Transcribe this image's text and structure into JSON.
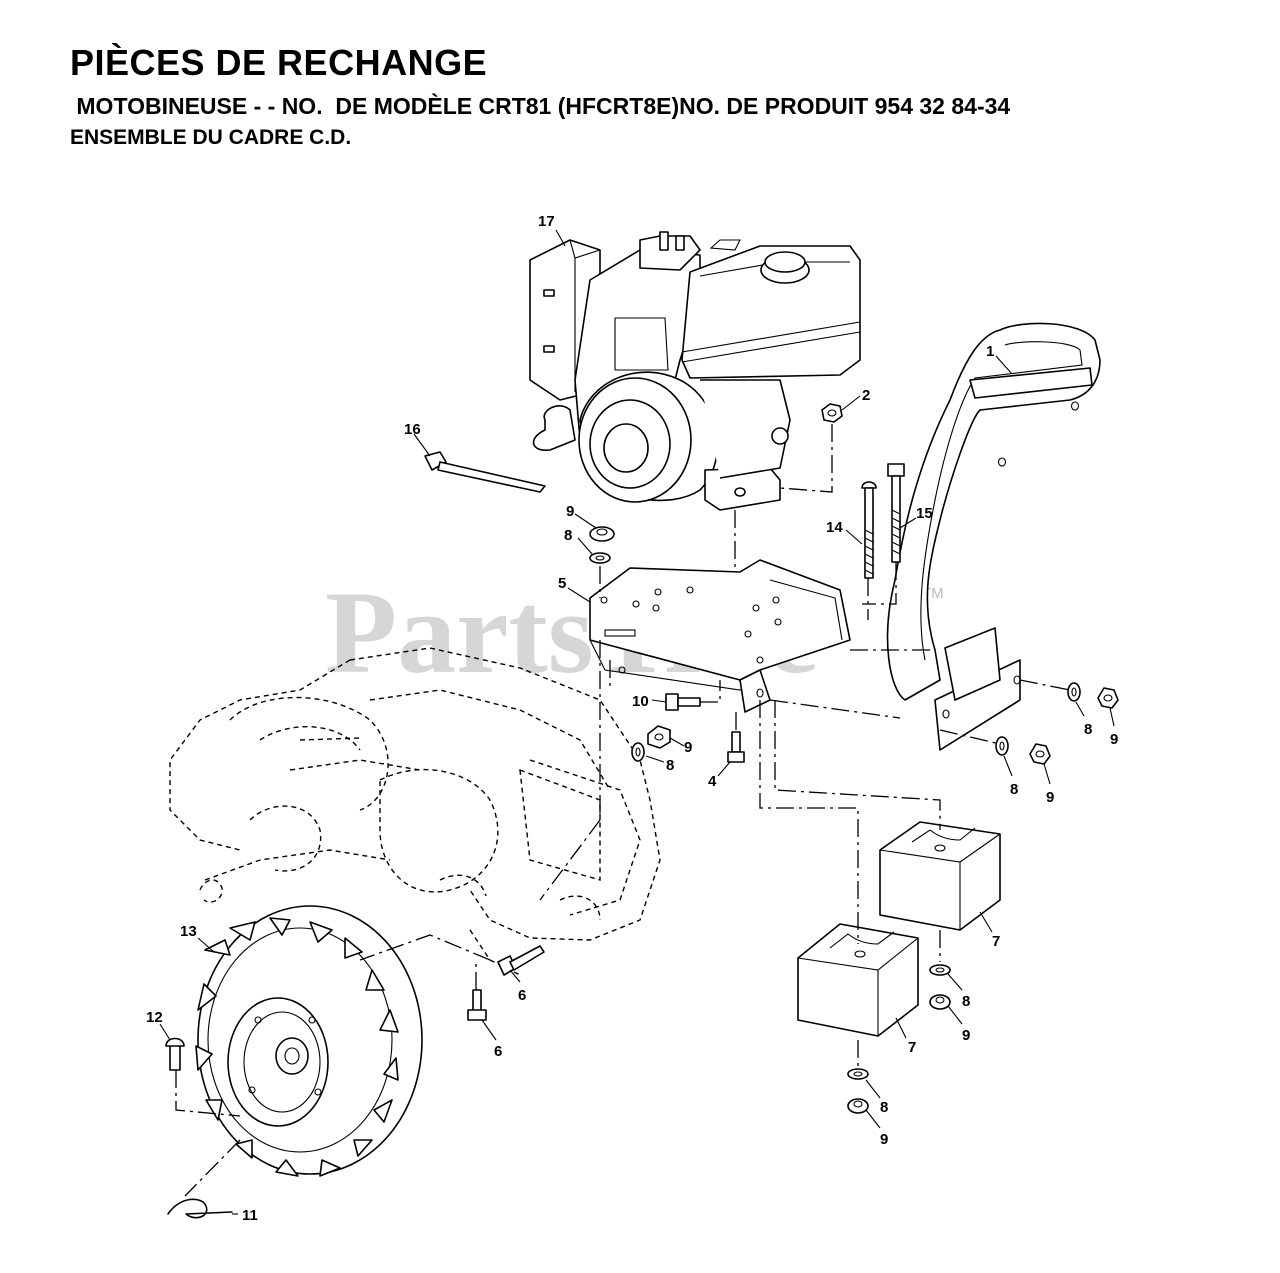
{
  "header": {
    "title": "PIÈCES DE RECHANGE",
    "subtitle": " MOTOBINEUSE - - NO.  DE MODÈLE CRT81 (HFCRT8E)NO. DE PRODUIT 954 32 84-34",
    "section": "ENSEMBLE DU CADRE C.D."
  },
  "watermark": {
    "text": "PartsTree",
    "tm": "TM"
  },
  "callouts": {
    "c1": "1",
    "c2": "2",
    "c4": "4",
    "c5": "5",
    "c6a": "6",
    "c6b": "6",
    "c7a": "7",
    "c7b": "7",
    "c8a": "8",
    "c8b": "8",
    "c8c": "8",
    "c8d": "8",
    "c8e": "8",
    "c8f": "8",
    "c9a": "9",
    "c9b": "9",
    "c9c": "9",
    "c9d": "9",
    "c9e": "9",
    "c9f": "9",
    "c10": "10",
    "c11": "11",
    "c12": "12",
    "c13": "13",
    "c14": "14",
    "c15": "15",
    "c16": "16",
    "c17": "17"
  }
}
